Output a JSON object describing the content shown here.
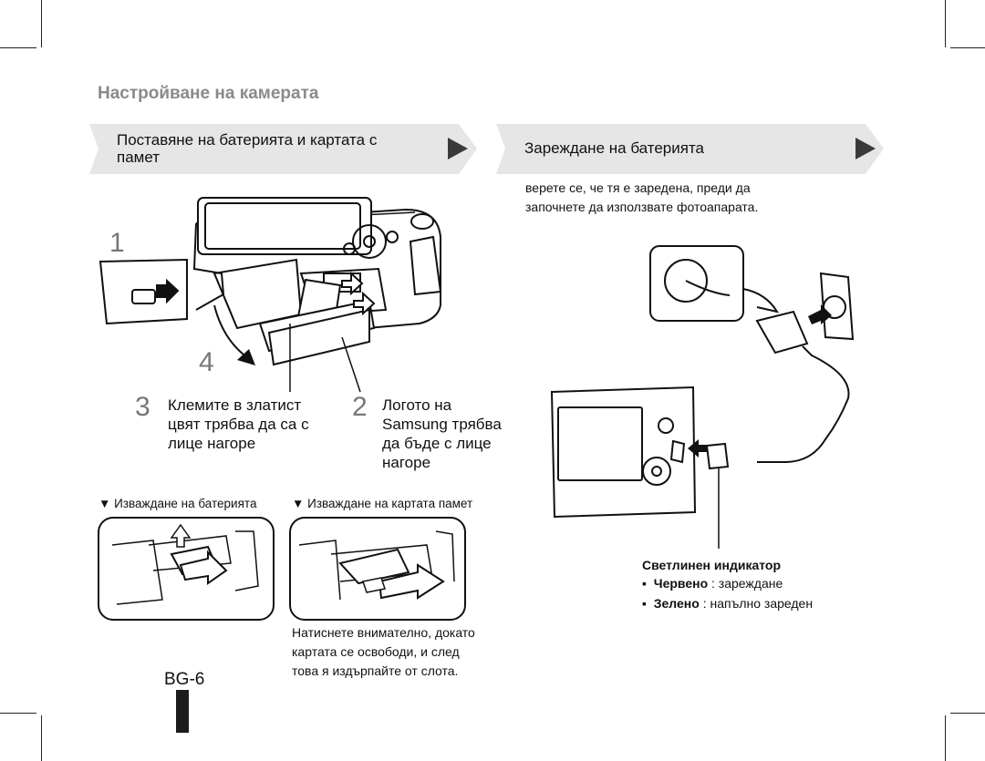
{
  "page": {
    "title": "Настройване на камерата",
    "page_number": "BG-6"
  },
  "left_section": {
    "heading_line1": "Поставяне на батерията и картата с",
    "heading_line2": "памет",
    "steps": [
      {
        "number": "1"
      },
      {
        "number": "4"
      },
      {
        "number": "3",
        "lines": [
          "Клемите в златист",
          "цвят трябва да са с",
          "лице нагоре"
        ]
      },
      {
        "number": "2",
        "lines": [
          "Логото на",
          "Samsung трябва",
          "да бъде с лице",
          "нагоре"
        ]
      }
    ],
    "remove_battery_caption": "▼ Изваждане на батерията",
    "remove_card_caption": "▼ Изваждане на картата памет",
    "card_note_lines": [
      "Натиснете внимателно, докато",
      "картата се освободи, и след",
      "това я издърпайте от слота."
    ]
  },
  "right_section": {
    "heading": "Зареждане на батерията",
    "intro_lines": [
      "верете се, че тя е заредена, преди да",
      "започнете да използвате фотоапарата."
    ],
    "indicator": {
      "title": "Светлинен индикатор",
      "items": [
        {
          "label": "Червено",
          "desc": " : зареждане"
        },
        {
          "label": "Зелено",
          "desc": " : напълно зареден"
        }
      ]
    }
  },
  "colors": {
    "banner_fill": "#e6e6e6",
    "arrow_fill": "#3a3a3a",
    "title_gray": "#8a8a8a",
    "thumb_tab": "#1c1c1c"
  },
  "icons": [
    "camera-open-illustration",
    "battery-removal-illustration",
    "card-removal-illustration",
    "charger-illustration",
    "play-arrow-icon"
  ]
}
